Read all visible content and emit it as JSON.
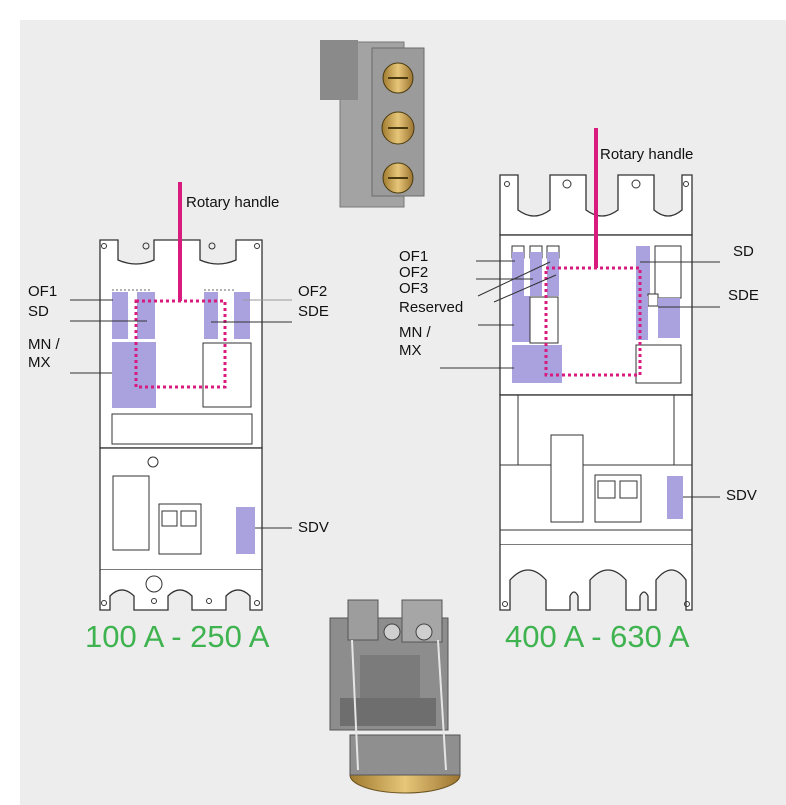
{
  "left_breaker": {
    "rating": "100 A - 250 A",
    "rotary_handle_label": "Rotary handle",
    "labels": {
      "of1": "OF1",
      "sd": "SD",
      "mn": "MN /",
      "mx": "MX",
      "of2": "OF2",
      "sde": "SDE",
      "sdv": "SDV"
    }
  },
  "right_breaker": {
    "rating": "400 A - 630 A",
    "rotary_handle_label": "Rotary handle",
    "labels": {
      "of1": "OF1",
      "of2": "OF2",
      "of3": "OF3",
      "reserved": "Reserved",
      "mn": "MN /",
      "mx": "MX",
      "sd": "SD",
      "sde": "SDE",
      "sdv": "SDV"
    }
  },
  "colors": {
    "background": "#ededed",
    "slot_fill": "#a9a2de",
    "handle_line": "#d81b7e",
    "rating_text": "#3fb34f"
  },
  "photos": {
    "top": "terminal-block-photo",
    "bottom": "undervoltage-release-photo"
  }
}
